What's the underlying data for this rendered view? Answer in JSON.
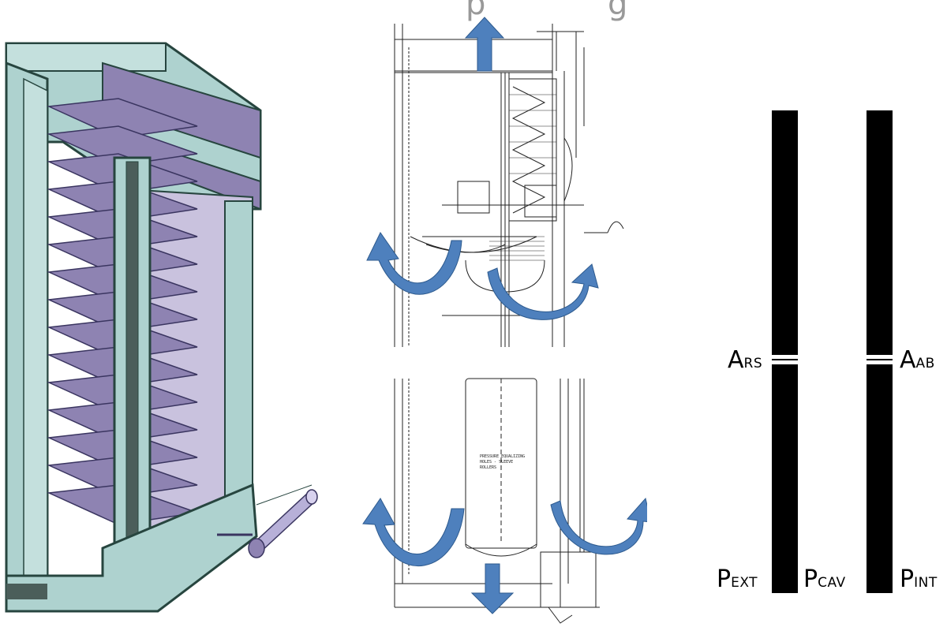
{
  "figure": {
    "left_panel": {
      "name": "window-cutaway-illustration"
    },
    "middle_panel": {
      "name": "facade-section-drawing",
      "top_fragment": "p g",
      "notes": [
        "PRESSURE EQUALIZING",
        "HOLES - SLEEVE",
        "ROLLERS"
      ]
    },
    "right_panel": {
      "name": "pressure-model-diagram",
      "labels": {
        "a_rs": {
          "main": "A",
          "sub": "RS"
        },
        "a_ab": {
          "main": "A",
          "sub": "AB"
        },
        "p_ext": {
          "main": "P",
          "sub": "EXT"
        },
        "p_cav": {
          "main": "P",
          "sub": "CAV"
        },
        "p_int": {
          "main": "P",
          "sub": "INT"
        }
      }
    },
    "colors": {
      "frame": "#aed2cf",
      "blinds": "#8e83b2",
      "glass": "#c9c2de",
      "arrow": "#4e80bd",
      "bar": "#000000"
    }
  }
}
